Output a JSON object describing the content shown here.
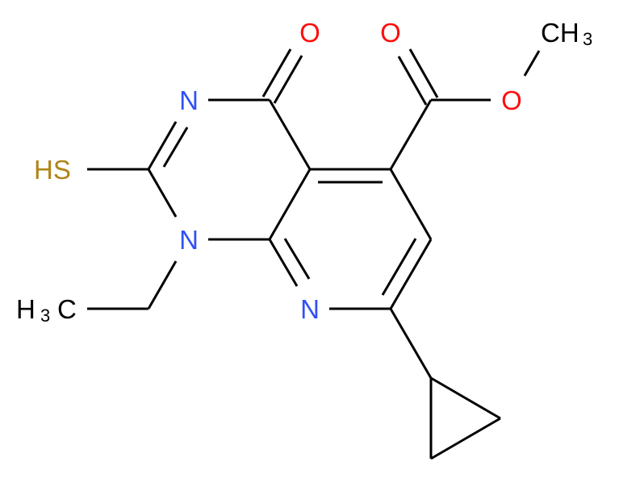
{
  "diagram": {
    "type": "chemical-structure",
    "description": "Methyl 7-cyclopropyl-1-ethyl-4-oxo-2-sulfanyl-1,4-dihydropyrido[2,3-d]pyrimidine-5-carboxylate",
    "colors": {
      "bond": "#000000",
      "nitrogen": "#3050f8",
      "oxygen": "#ff0d0d",
      "sulfur": "#b08418",
      "carbon": "#000000"
    },
    "atoms": {
      "o_ketone": "O",
      "o_ester_carbonyl": "O",
      "o_ester_ether": "O",
      "ch3_ester_main": "CH",
      "ch3_ester_sub": "3",
      "n3": "N",
      "n1": "N",
      "n8": "N",
      "hs": "HS",
      "h3c_h": "H",
      "h3c_sub": "3",
      "h3c_c": "C"
    }
  }
}
